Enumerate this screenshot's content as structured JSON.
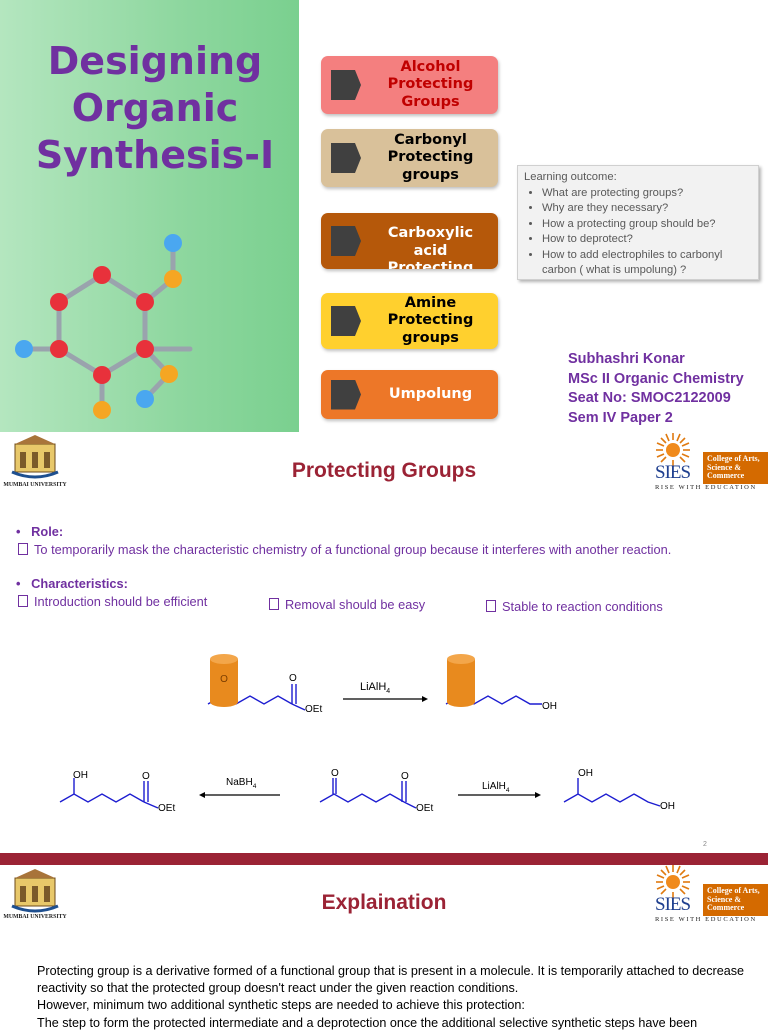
{
  "slide1": {
    "title": "Designing Organic Synthesis-I",
    "topics": [
      {
        "label": "Alcohol Protecting Groups",
        "bg": "#f47f7f",
        "color": "#c00000"
      },
      {
        "label": "Carbonyl Protecting groups",
        "bg": "#d9c19a",
        "color": "#000000"
      },
      {
        "label": "Carboxylic acid Protecting groups",
        "bg": "#b5580a",
        "color": "#ffffff"
      },
      {
        "label": "Amine Protecting groups",
        "bg": "#ffd02e",
        "color": "#000000"
      },
      {
        "label": "Umpolung",
        "bg": "#ed7728",
        "color": "#ffffff"
      }
    ],
    "learning_outcome": {
      "heading": "Learning outcome",
      "items": [
        "What are protecting groups?",
        "Why are they necessary?",
        "How a protecting group should be?",
        "How to deprotect?",
        "How to add electrophiles to carbonyl carbon ( what is umpolung) ?"
      ]
    },
    "author": {
      "name": "Subhashri Konar",
      "course": "MSc II Organic Chemistry",
      "seat": "Seat No: SMOC2122009",
      "sem": "Sem IV Paper 2"
    }
  },
  "logos": {
    "mu_caption": "MUMBAI UNIVERSITY",
    "sies_name": "SIES",
    "sies_college": "College of Arts, Science & Commerce",
    "sies_tagline": "RISE WITH EDUCATION"
  },
  "slide2": {
    "title": "Protecting Groups",
    "role_heading": "Role:",
    "role_text": "To temporarily mask the characteristic chemistry of a functional group because it interferes with another reaction.",
    "char_heading": "Characteristics:",
    "char_items": [
      "Introduction should be efficient",
      "Removal should be easy",
      "Stable to reaction conditions"
    ],
    "reagent_top": "LiAlH",
    "reagent_left": "NaBH",
    "reagent_right": "LiAlH",
    "subscript": "4",
    "labels": {
      "oet": "OEt",
      "oh": "OH",
      "o": "O"
    },
    "page_number": "2"
  },
  "slide3": {
    "title": "Explaination",
    "lines": [
      "Protecting group is a derivative formed of a functional group that is present in a molecule. It is temporarily attached to decrease reactivity so that the protected group doesn't react under the given reaction conditions.",
      "However, minimum two additional synthetic steps are needed to achieve this protection:",
      "The step to form the protected intermediate and a deprotection once the additional selective synthetic steps have been"
    ]
  }
}
